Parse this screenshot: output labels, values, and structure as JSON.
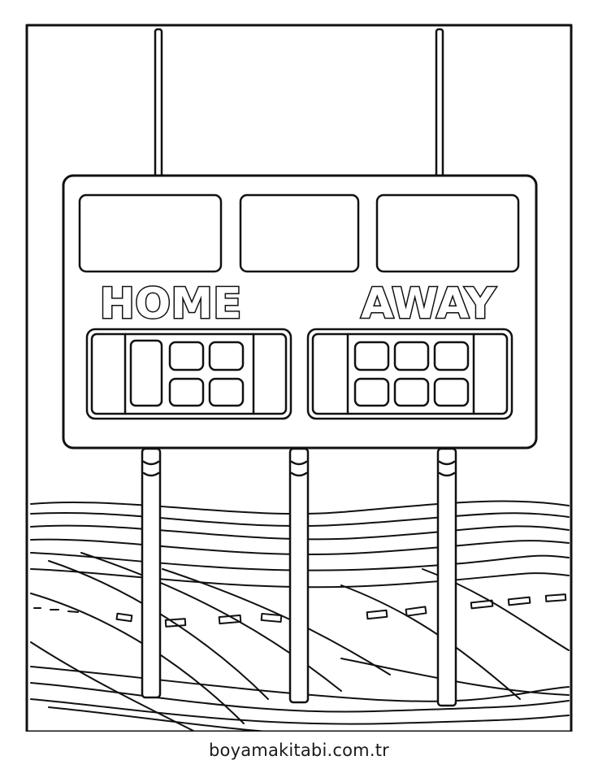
{
  "scoreboard": {
    "home_label": "HOME",
    "away_label": "AWAY"
  },
  "footer": {
    "site": "boyamakitabi.com.tr"
  },
  "colors": {
    "line": "#111111",
    "background": "#ffffff"
  }
}
